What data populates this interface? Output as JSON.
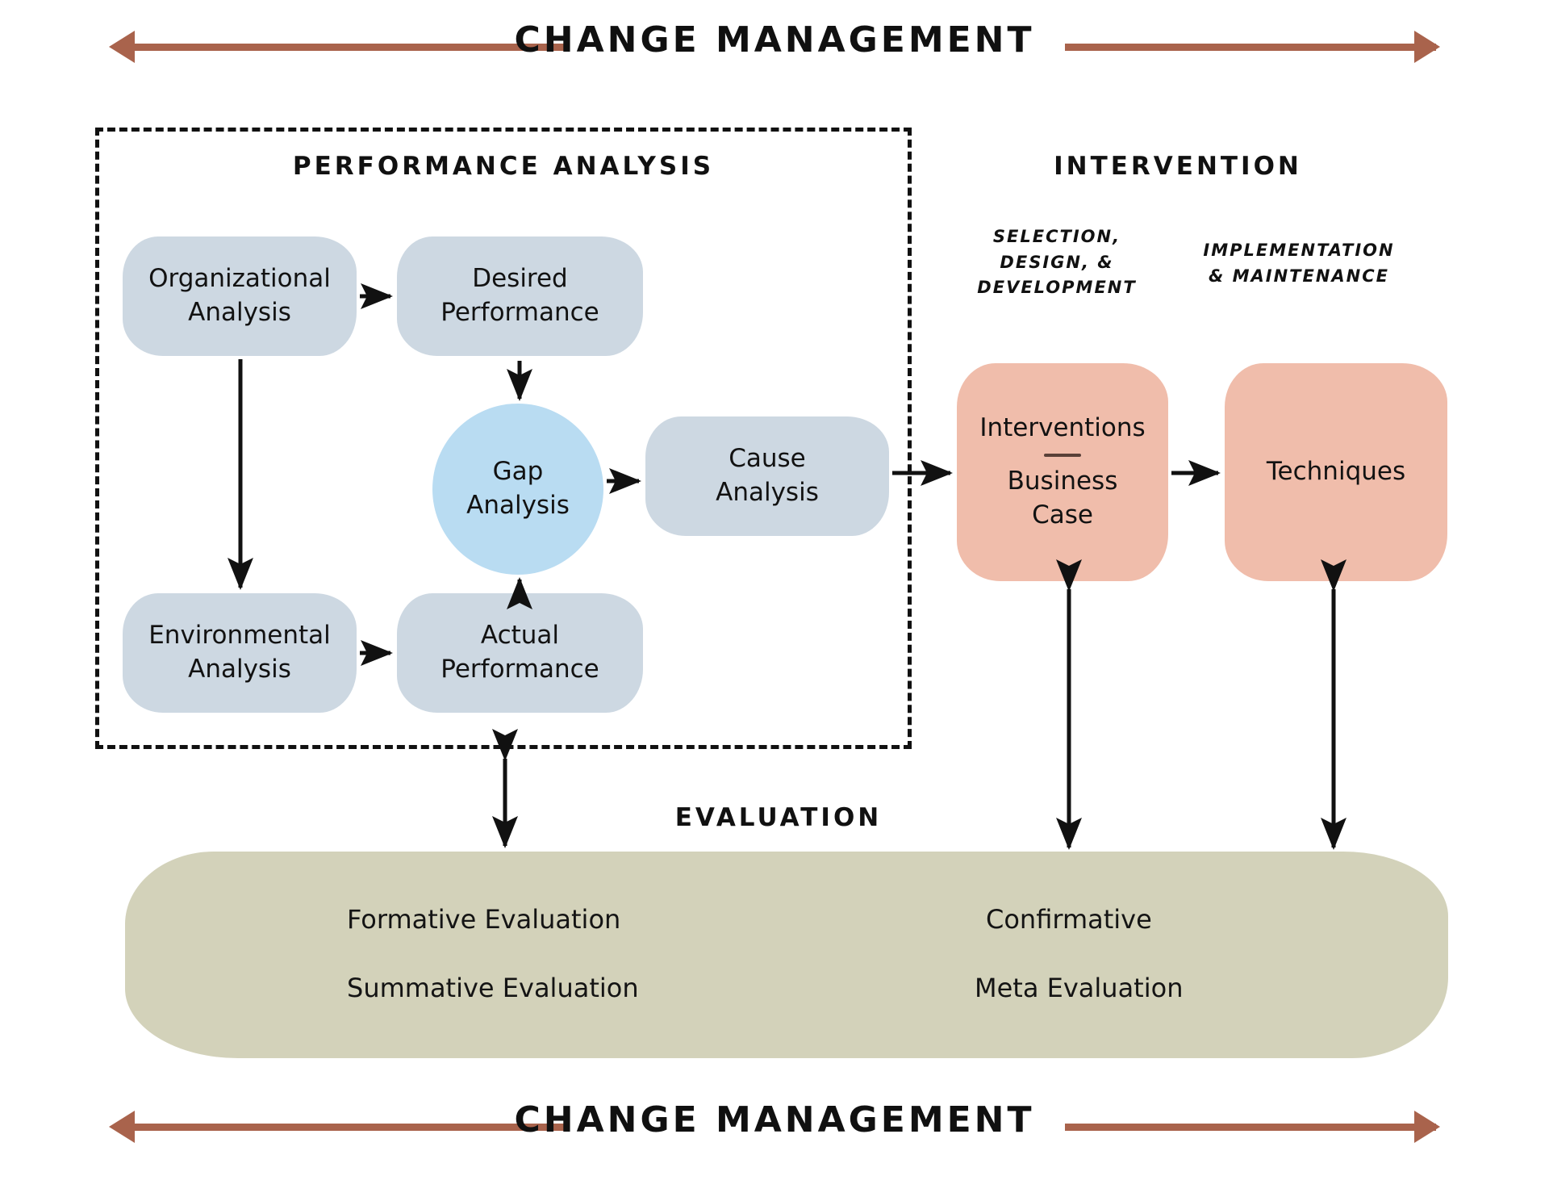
{
  "banners": {
    "top": "CHANGE MANAGEMENT",
    "bottom": "CHANGE MANAGEMENT"
  },
  "colors": {
    "banner_arrow": "#a9634c",
    "analysis_box": "#cdd8e2",
    "gap_circle": "#b9dcf2",
    "intervention_box": "#f0bdab",
    "evaluation_band": "#d3d2ba",
    "stroke": "#111111",
    "background": "#ffffff"
  },
  "performance_analysis": {
    "heading": "PERFORMANCE ANALYSIS",
    "nodes": {
      "organizational_analysis": "Organizational\nAnalysis",
      "desired_performance": "Desired\nPerformance",
      "gap_analysis": "Gap\nAnalysis",
      "cause_analysis": "Cause\nAnalysis",
      "environmental_analysis": "Environmental\nAnalysis",
      "actual_performance": "Actual\nPerformance"
    }
  },
  "intervention": {
    "heading": "INTERVENTION",
    "subheadings": {
      "left": "SELECTION,\nDESIGN, &\nDEVELOPMENT",
      "right": "IMPLEMENTATION\n& MAINTENANCE"
    },
    "nodes": {
      "interventions_business_case_line1": "Interventions",
      "interventions_business_case_line2": "Business",
      "interventions_business_case_line3": "Case",
      "techniques": "Techniques"
    }
  },
  "evaluation": {
    "heading": "EVALUATION",
    "left_items": [
      "Formative Evaluation",
      "Summative Evaluation"
    ],
    "right_items": [
      "Confirmative",
      "Meta Evaluation"
    ]
  },
  "chart_data": {
    "type": "diagram",
    "title": "Change Management / Performance Analysis Framework",
    "nodes": [
      {
        "id": "organizational_analysis",
        "label": "Organizational Analysis",
        "group": "performance_analysis",
        "shape": "rounded-rect",
        "color": "#cdd8e2"
      },
      {
        "id": "desired_performance",
        "label": "Desired Performance",
        "group": "performance_analysis",
        "shape": "rounded-rect",
        "color": "#cdd8e2"
      },
      {
        "id": "gap_analysis",
        "label": "Gap Analysis",
        "group": "performance_analysis",
        "shape": "circle",
        "color": "#b9dcf2"
      },
      {
        "id": "cause_analysis",
        "label": "Cause Analysis",
        "group": "performance_analysis",
        "shape": "rounded-rect",
        "color": "#cdd8e2"
      },
      {
        "id": "environmental_analysis",
        "label": "Environmental Analysis",
        "group": "performance_analysis",
        "shape": "rounded-rect",
        "color": "#cdd8e2"
      },
      {
        "id": "actual_performance",
        "label": "Actual Performance",
        "group": "performance_analysis",
        "shape": "rounded-rect",
        "color": "#cdd8e2"
      },
      {
        "id": "interventions_business_case",
        "label": "Interventions — Business Case",
        "group": "intervention",
        "shape": "rounded-rect",
        "color": "#f0bdab"
      },
      {
        "id": "techniques",
        "label": "Techniques",
        "group": "intervention",
        "shape": "rounded-rect",
        "color": "#f0bdab"
      },
      {
        "id": "evaluation_band",
        "label": "Formative Evaluation / Summative Evaluation / Confirmative / Meta Evaluation",
        "group": "evaluation",
        "shape": "band",
        "color": "#d3d2ba"
      }
    ],
    "edges": [
      {
        "from": "organizational_analysis",
        "to": "desired_performance",
        "type": "arrow"
      },
      {
        "from": "organizational_analysis",
        "to": "environmental_analysis",
        "type": "arrow"
      },
      {
        "from": "desired_performance",
        "to": "gap_analysis",
        "type": "arrow"
      },
      {
        "from": "environmental_analysis",
        "to": "actual_performance",
        "type": "arrow"
      },
      {
        "from": "actual_performance",
        "to": "gap_analysis",
        "type": "arrow"
      },
      {
        "from": "gap_analysis",
        "to": "cause_analysis",
        "type": "arrow"
      },
      {
        "from": "cause_analysis",
        "to": "interventions_business_case",
        "type": "arrow"
      },
      {
        "from": "interventions_business_case",
        "to": "techniques",
        "type": "arrow"
      },
      {
        "from": "performance_analysis_frame",
        "to": "evaluation_band",
        "type": "double-arrow"
      },
      {
        "from": "interventions_business_case",
        "to": "evaluation_band",
        "type": "double-arrow"
      },
      {
        "from": "techniques",
        "to": "evaluation_band",
        "type": "double-arrow"
      }
    ],
    "annotations": [
      "CHANGE MANAGEMENT",
      "PERFORMANCE ANALYSIS",
      "INTERVENTION",
      "EVALUATION",
      "SELECTION, DESIGN, & DEVELOPMENT",
      "IMPLEMENTATION & MAINTENANCE"
    ]
  }
}
